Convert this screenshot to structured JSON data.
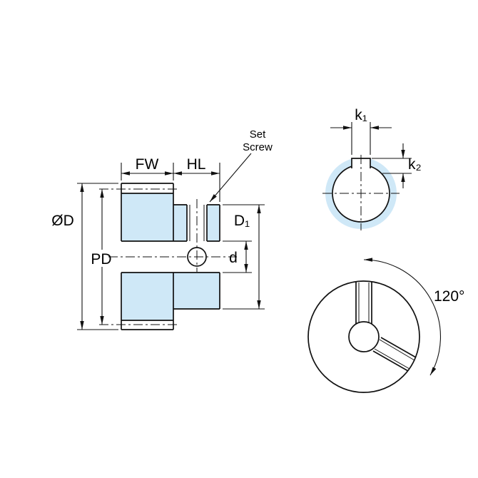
{
  "labels": {
    "fw": "FW",
    "hl": "HL",
    "set_screw_line1": "Set",
    "set_screw_line2": "Screw",
    "outer_diameter": "ØD",
    "pitch_diameter": "PD",
    "hub_diameter": "D₁",
    "bore_diameter": "d",
    "keyway_width": "k₁",
    "keyway_depth": "k₂",
    "set_screw_angle": "120°"
  },
  "colors": {
    "highlight_fill": "#cfe8f7",
    "line": "#111111",
    "background": "#ffffff"
  }
}
